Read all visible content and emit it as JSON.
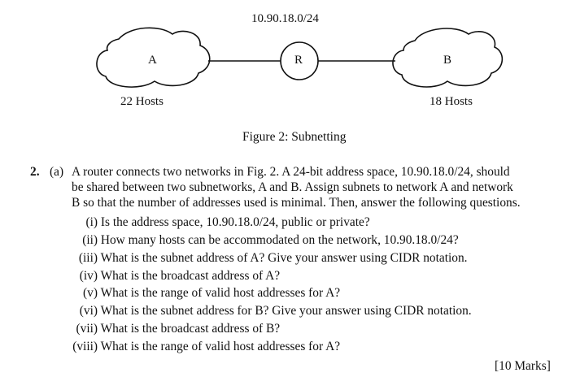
{
  "figure": {
    "address_label": "10.90.18.0/24",
    "network_a": {
      "label": "A",
      "hosts": "22 Hosts"
    },
    "router": {
      "label": "R"
    },
    "network_b": {
      "label": "B",
      "hosts": "18 Hosts"
    },
    "caption": "Figure 2: Subnetting"
  },
  "question": {
    "number": "2.",
    "part": "(a)",
    "intro_lines": [
      "A router connects two networks in Fig. 2. A 24-bit address space, 10.90.18.0/24, should",
      "be shared between two subnetworks, A and B. Assign subnets to network A and network",
      "B so that the number of addresses used is minimal. Then, answer the following questions."
    ],
    "items": [
      {
        "num": "(i)",
        "text": "Is the address space, 10.90.18.0/24, public or private?"
      },
      {
        "num": "(ii)",
        "text": "How many hosts can be accommodated on the network, 10.90.18.0/24?"
      },
      {
        "num": "(iii)",
        "text": "What is the subnet address of A? Give your answer using CIDR notation."
      },
      {
        "num": "(iv)",
        "text": "What is the broadcast address of A?"
      },
      {
        "num": "(v)",
        "text": "What is the range of valid host addresses for A?"
      },
      {
        "num": "(vi)",
        "text": "What is the subnet address for B? Give your answer using CIDR notation."
      },
      {
        "num": "(vii)",
        "text": "What is the broadcast address of B?"
      },
      {
        "num": "(viii)",
        "text": "What is the range of valid host addresses for A?"
      }
    ],
    "marks": "[10 Marks]"
  }
}
